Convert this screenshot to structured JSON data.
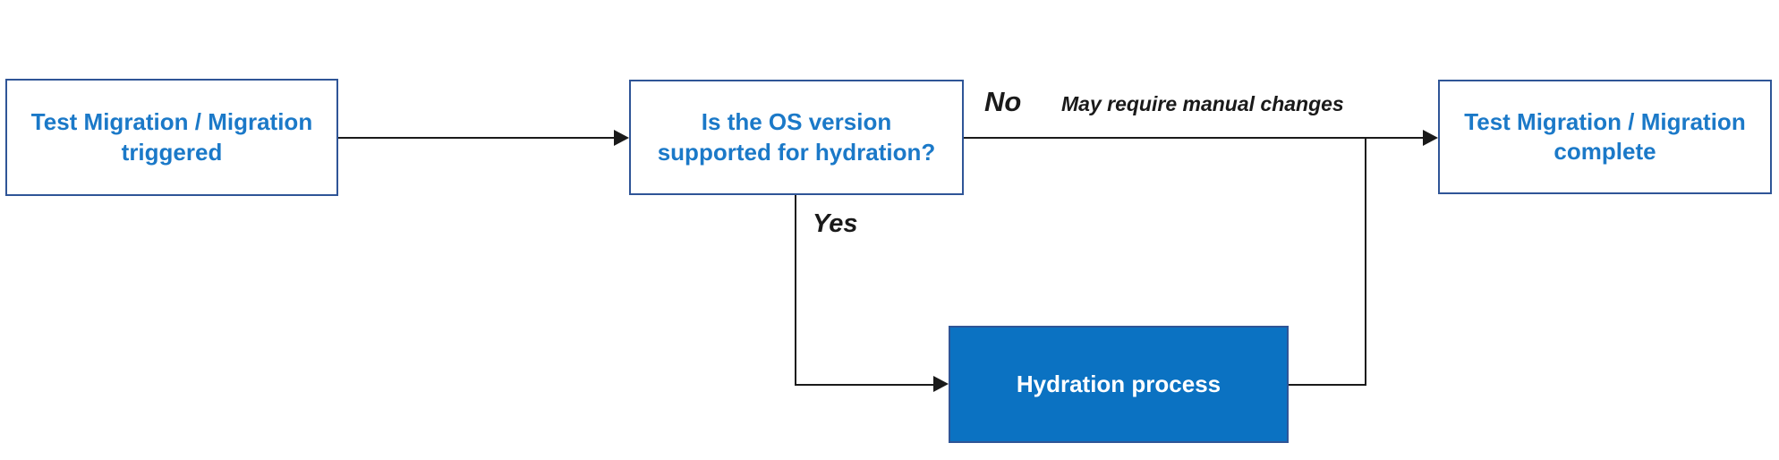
{
  "diagram": {
    "type": "flowchart",
    "nodes": [
      {
        "id": "start",
        "label": "Test Migration / Migration triggered",
        "lines": [
          "Test Migration / Migration",
          "triggered"
        ],
        "style": "outlined"
      },
      {
        "id": "decision",
        "label": "Is the OS version supported for hydration?",
        "lines": [
          "Is the OS version",
          "supported for hydration?"
        ],
        "style": "outlined"
      },
      {
        "id": "hydration",
        "label": "Hydration process",
        "lines": [
          "Hydration process"
        ],
        "style": "filled"
      },
      {
        "id": "complete",
        "label": "Test Migration / Migration complete",
        "lines": [
          "Test Migration / Migration",
          "complete"
        ],
        "style": "outlined"
      }
    ],
    "edges": [
      {
        "from": "start",
        "to": "decision",
        "label": ""
      },
      {
        "from": "decision",
        "to": "complete",
        "label": "No",
        "note": "May require manual changes"
      },
      {
        "from": "decision",
        "to": "hydration",
        "label": "Yes"
      },
      {
        "from": "hydration",
        "to": "complete",
        "label": ""
      }
    ],
    "edge_labels": {
      "no": "No",
      "no_note": "May require manual changes",
      "yes": "Yes"
    },
    "colors": {
      "node_text": "#1B79C8",
      "node_border": "#2F5597",
      "hydration_fill": "#0B72C2",
      "hydration_text": "#FFFFFF",
      "line": "#1A1A1A",
      "background": "#FFFFFF"
    }
  }
}
